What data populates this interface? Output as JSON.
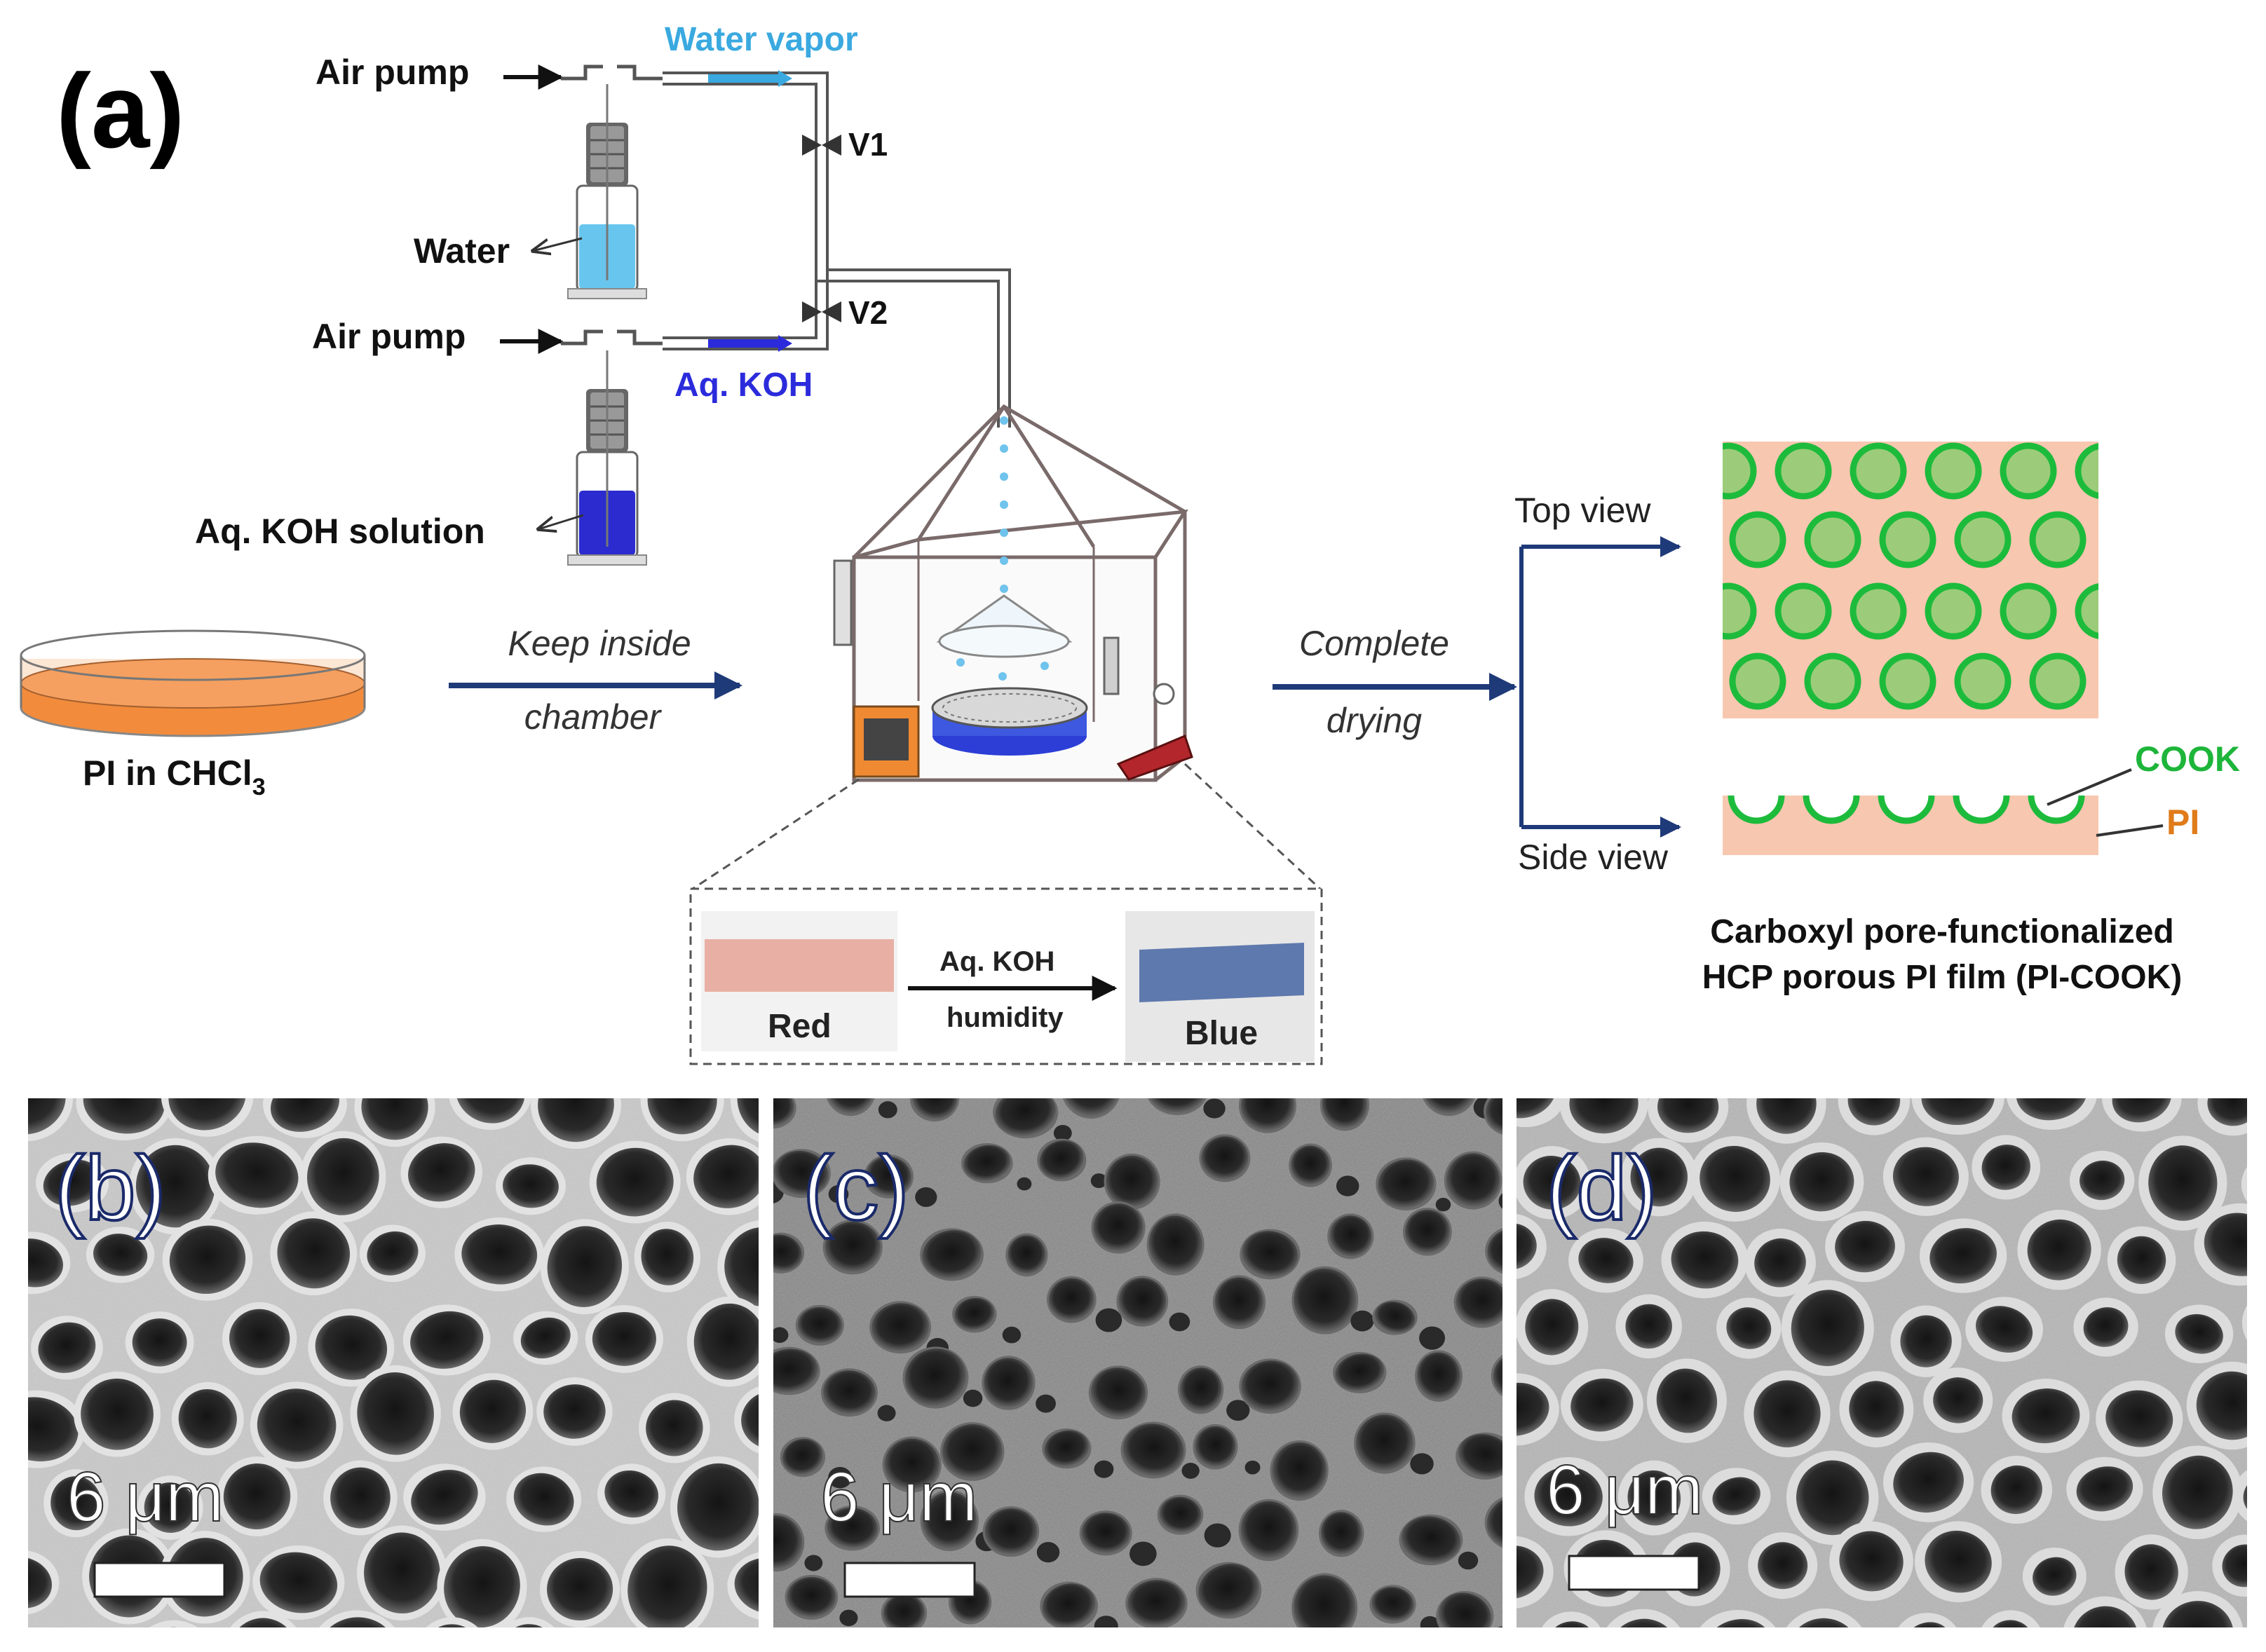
{
  "panel_a": {
    "label": "(a)",
    "air_pump_1": "Air pump",
    "air_pump_2": "Air pump",
    "water_vapor": "Water vapor",
    "water": "Water",
    "aq_koh": "Aq. KOH",
    "aq_koh_solution": "Aq. KOH solution",
    "valve_1": "V1",
    "valve_2": "V2",
    "dish_label_main": "PI in CHCl",
    "dish_label_sub": "3",
    "keep_line1": "Keep inside",
    "keep_line2": "chamber",
    "complete_line1": "Complete",
    "complete_line2": "drying",
    "top_view": "Top view",
    "side_view": "Side view",
    "cook": "COOK",
    "pi": "PI",
    "caption_line1": "Carboxyl pore-functionalized",
    "caption_line2": "HCP porous PI film (PI-COOK)",
    "inset": {
      "red": "Red",
      "blue": "Blue",
      "arrow_top": "Aq. KOH",
      "arrow_bottom": "humidity"
    }
  },
  "colors": {
    "water_vapor": "#3aa9e0",
    "aq_koh": "#2b2bdc",
    "arrow_navy": "#1f3a78",
    "film_peach": "#f7c7b0",
    "pore_fill": "#9ccc7a",
    "pore_ring": "#1dbb3c",
    "cook_text": "#1db53a",
    "pi_text": "#e07b1a",
    "dish_orange": "#f28c3c",
    "strip_red": "#e8b0a4",
    "strip_blue": "#5e79ad"
  },
  "sem_panels": [
    {
      "label": "(b)",
      "scale": "6 μm"
    },
    {
      "label": "(c)",
      "scale": "6 μm"
    },
    {
      "label": "(d)",
      "scale": "6 μm"
    }
  ]
}
